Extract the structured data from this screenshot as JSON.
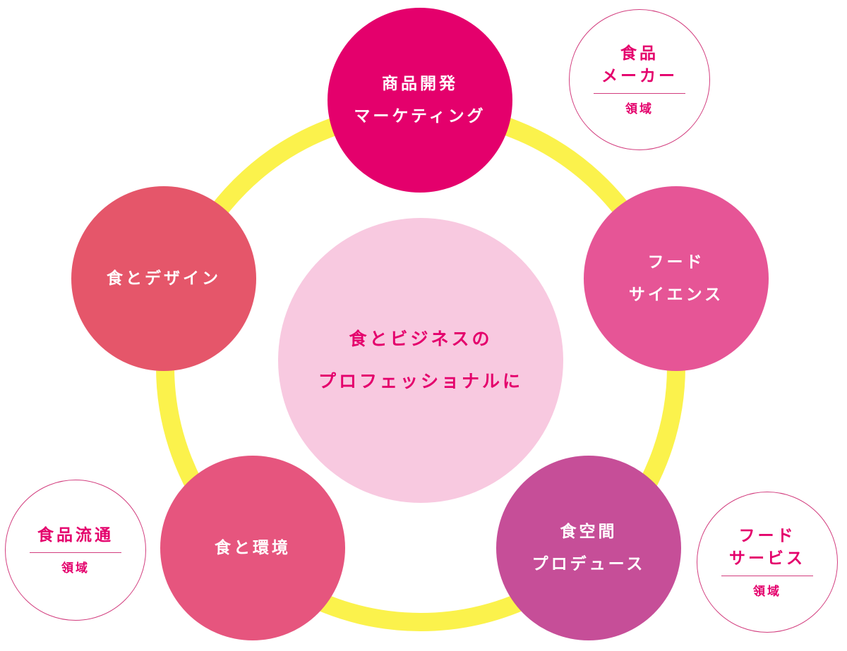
{
  "colors": {
    "ring": "#fbf24c",
    "accent": "#e4006c",
    "center_bg": "#f8c9e0",
    "center_text": "#e4006c",
    "domain_border": "#d23d7e"
  },
  "center": {
    "lines": [
      "食とビジネスの",
      "プロフェッショナルに"
    ]
  },
  "nodes": {
    "marketing": {
      "lines": [
        "商品開発",
        "マーケティング"
      ],
      "color": "#e4006c"
    },
    "food_science": {
      "lines": [
        "フード",
        "サイエンス"
      ],
      "color": "#e65596"
    },
    "space_produce": {
      "lines": [
        "食空間",
        "プロデュース"
      ],
      "color": "#c64e98"
    },
    "environment": {
      "lines": [
        "食と環境"
      ],
      "color": "#e6557e"
    },
    "design": {
      "lines": [
        "食とデザイン"
      ],
      "color": "#e5566a"
    }
  },
  "domains": {
    "maker": {
      "lines": [
        "食品",
        "メーカー"
      ],
      "sub": "領域"
    },
    "food_service": {
      "lines": [
        "フード",
        "サービス"
      ],
      "sub": "領域"
    },
    "distribution": {
      "lines": [
        "食品流通"
      ],
      "sub": "領域"
    }
  }
}
